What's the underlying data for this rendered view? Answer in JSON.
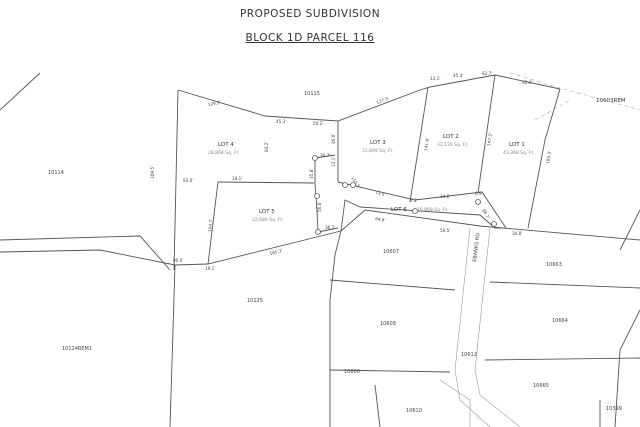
{
  "title": "PROPOSED SUBDIVISION",
  "subtitle": "BLOCK 1D PARCEL 116",
  "lots": [
    {
      "name": "LOT 4",
      "area": "28,868 Sq. Ft."
    },
    {
      "name": "LOT 3",
      "area": "31,899 Sq. Ft."
    },
    {
      "name": "LOT 2",
      "area": "32,135 Sq. Ft."
    },
    {
      "name": "LOT 1",
      "area": "43,368 Sq. Ft."
    },
    {
      "name": "LOT 5",
      "area": "22,689 Sq. Ft."
    },
    {
      "name": "LOT 6",
      "area": "16,869 Sq. Ft."
    }
  ],
  "parcels": [
    "10115",
    "10114",
    "10124REM1",
    "10125",
    "10607",
    "10608",
    "10606",
    "10610",
    "10612",
    "10663",
    "10664",
    "10665",
    "10399",
    "10603REM"
  ],
  "road": "EBANKS RD",
  "dimensions": [
    "129.2'",
    "45.3'",
    "50.2'",
    "127.5'",
    "13.1'",
    "45.4'",
    "82.7'",
    "92.4'",
    "84.2'",
    "46.0'",
    "30.7'",
    "13.1'",
    "35.8'",
    "56.8'",
    "165.3'",
    "104.7'",
    "19.1'",
    "141.6'",
    "147.2'",
    "185.3'",
    "73.5'",
    "7.2'",
    "34.6'",
    "6.9'",
    "64.6'",
    "56.5'",
    "34.8'",
    "155.5'",
    "90.0'",
    "18.1'",
    "36.2'",
    "109.5'",
    "83.0'",
    "98.7'"
  ]
}
